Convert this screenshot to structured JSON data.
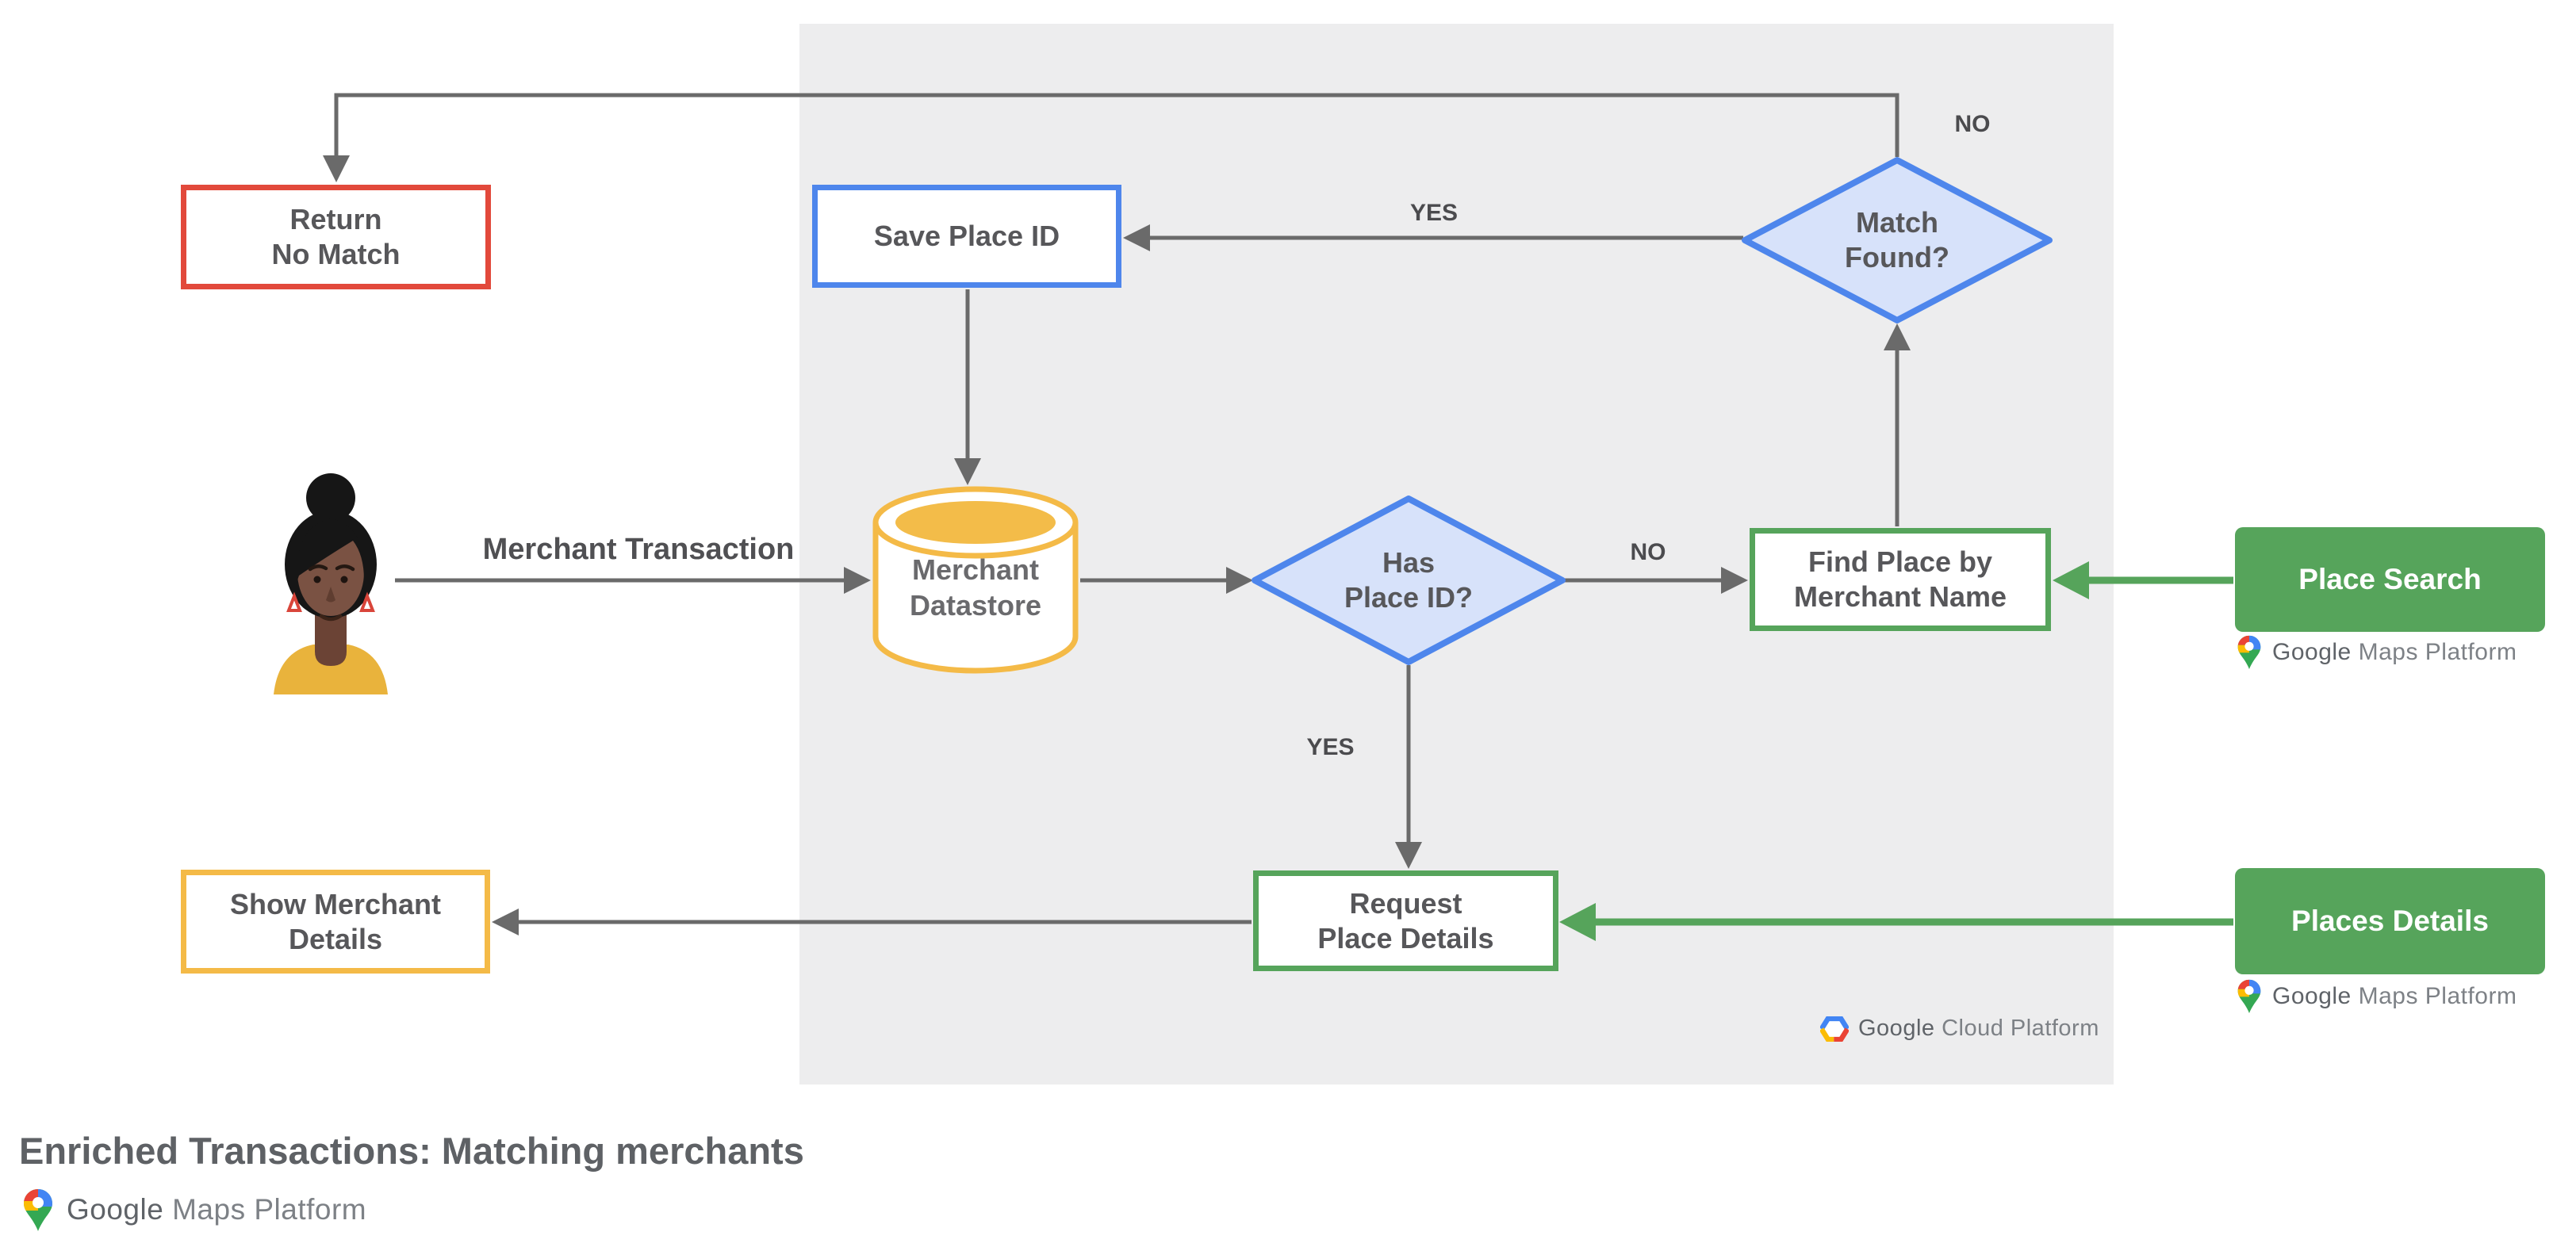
{
  "title": "Enriched Transactions: Matching merchants",
  "nodes": {
    "return_no_match": {
      "line1": "Return",
      "line2": "No Match"
    },
    "save_place_id": {
      "label": "Save Place ID"
    },
    "match_found": {
      "line1": "Match",
      "line2": "Found?"
    },
    "merchant_datastore": {
      "line1": "Merchant",
      "line2": "Datastore"
    },
    "has_place_id": {
      "line1": "Has",
      "line2": "Place ID?"
    },
    "find_place": {
      "line1": "Find Place by",
      "line2": "Merchant Name"
    },
    "place_search": {
      "label": "Place Search"
    },
    "request_place_details": {
      "line1": "Request",
      "line2": "Place Details"
    },
    "places_details": {
      "label": "Places Details"
    },
    "show_merchant_details": {
      "line1": "Show Merchant",
      "line2": "Details"
    }
  },
  "edge_labels": {
    "merchant_transaction": "Merchant Transaction",
    "match_found_yes": "YES",
    "match_found_no": "NO",
    "has_place_id_yes": "YES",
    "has_place_id_no": "NO"
  },
  "logos": {
    "google_maps_platform": {
      "google": "Google",
      "rest": " Maps Platform"
    },
    "google_cloud_platform": {
      "google": "Google",
      "rest": " Cloud Platform"
    }
  },
  "colors": {
    "panel_background": "#ededee",
    "outline_red": "#e2493b",
    "outline_blue": "#4e86ec",
    "diamond_fill": "#d7e2fa",
    "outline_yellow": "#f4ba47",
    "green": "#56a45b",
    "arrow_gray": "#6a6a6a",
    "node_text": "#57575a",
    "google_blue": "#4285f4",
    "google_red": "#ea4335",
    "google_yellow": "#fbbc04",
    "google_green": "#34a853"
  }
}
